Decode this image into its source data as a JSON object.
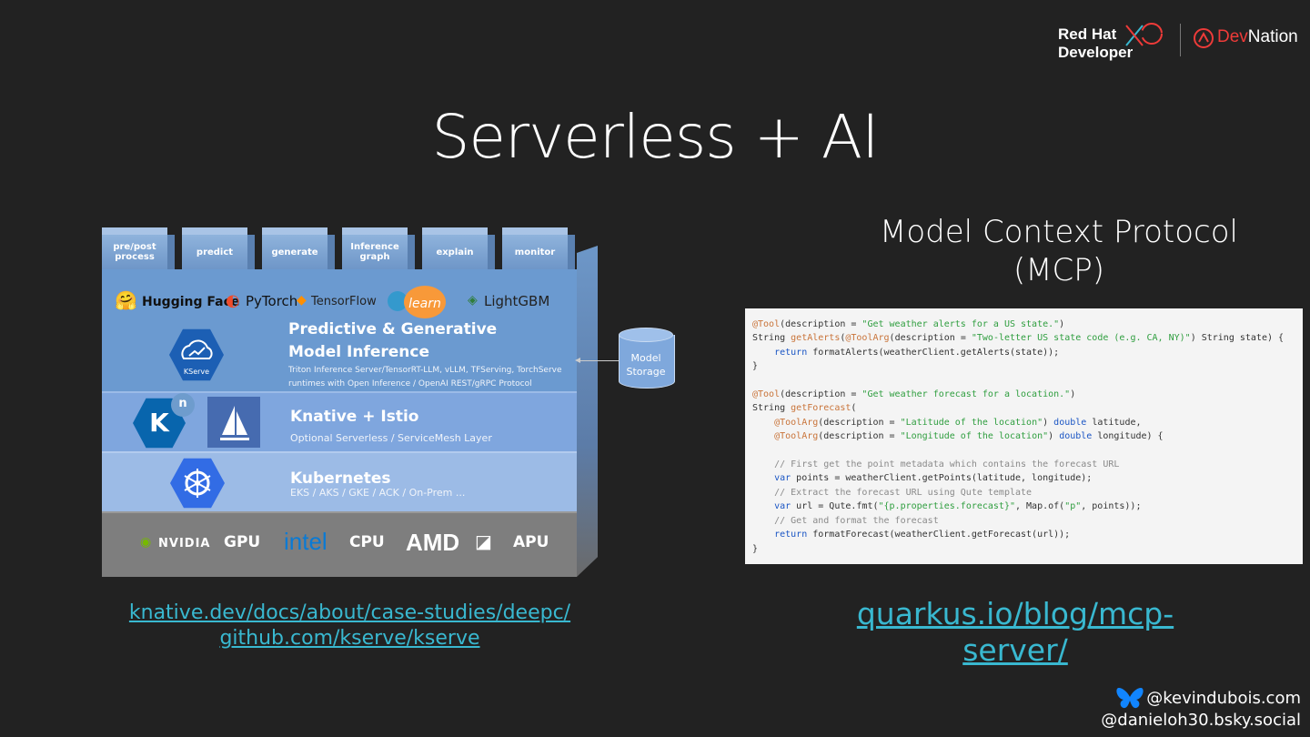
{
  "header": {
    "logo_line1": "Red Hat",
    "logo_line2": "Developer",
    "devnation_prefix": "Dev",
    "devnation_suffix": "Nation"
  },
  "title": "Serverless + AI",
  "diagram": {
    "tabs": [
      "pre/post process",
      "predict",
      "generate",
      "Inference graph",
      "explain",
      "monitor"
    ],
    "frameworks": [
      "Hugging Face",
      "PyTorch",
      "TensorFlow",
      "learn",
      "LightGBM"
    ],
    "kserve_title_line1": "Predictive & Generative",
    "kserve_title_line2": "Model Inference",
    "kserve_sub_line1": "Triton Inference Server/TensorRT-LLM, vLLM, TFServing, TorchServe",
    "kserve_sub_line2": "runtimes with Open Inference / OpenAI REST/gRPC Protocol",
    "kserve_icon_label": "KServe",
    "knative_title": "Knative + Istio",
    "knative_sub": "Optional Serverless / ServiceMesh Layer",
    "k8s_title": "Kubernetes",
    "k8s_sub": "EKS / AKS / GKE / ACK / On-Prem ...",
    "hw": [
      {
        "brand": "NVIDIA",
        "label": "GPU"
      },
      {
        "brand": "intel",
        "label": "CPU"
      },
      {
        "brand": "AMD",
        "label": "APU"
      }
    ],
    "storage_line1": "Model",
    "storage_line2": "Storage"
  },
  "mcp": {
    "title_line1": "Model Context Protocol",
    "title_line2": "(MCP)"
  },
  "links": {
    "knative": "knative.dev/docs/about/case-studies/deepc/",
    "kserve": "github.com/kserve/kserve",
    "quarkus": "quarkus.io/blog/mcp-server/"
  },
  "social": {
    "handle1": "@kevindubois.com",
    "handle2": "@danieloh30.bsky.social"
  },
  "colors": {
    "background": "#222222",
    "link": "#39b8d0",
    "redhat_red": "#ee0000"
  }
}
